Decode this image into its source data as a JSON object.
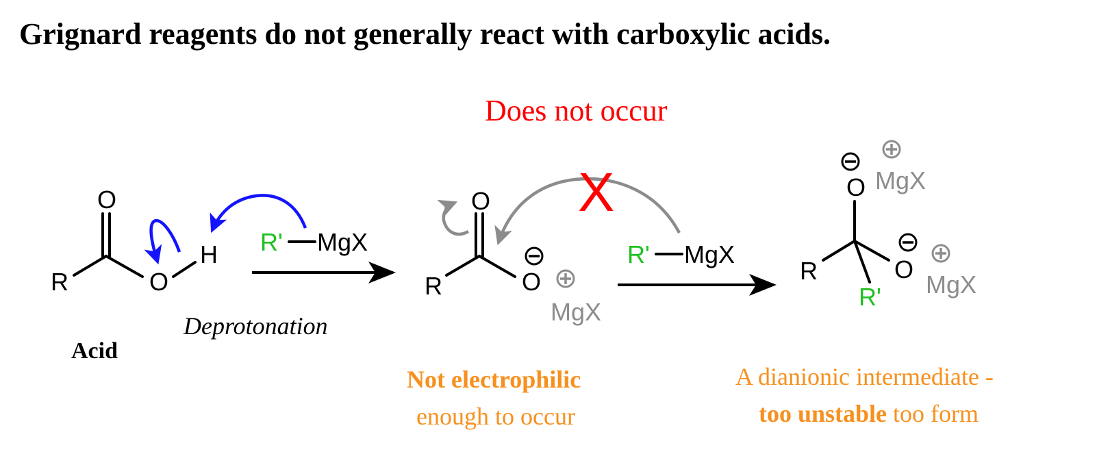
{
  "title": "Grignard reagents do not generally react with carboxylic acids.",
  "does_not_occur": "Does not occur",
  "x_mark": "X",
  "acid": {
    "label": "Acid",
    "r": "R",
    "o_carbonyl": "O",
    "o_hydroxyl": "O",
    "h": "H"
  },
  "reagent1": {
    "r_prime": "R'",
    "mgx": "MgX"
  },
  "step1_label": "Deprotonation",
  "carboxylate": {
    "r": "R",
    "o_carbonyl": "O",
    "o_anion": "O",
    "minus": "−",
    "plus": "+",
    "mgx": "MgX",
    "caption_bold": "Not electrophilic",
    "caption_rest": "enough to occur"
  },
  "reagent2": {
    "r_prime": "R'",
    "mgx": "MgX"
  },
  "dianion": {
    "r": "R",
    "r_prime": "R'",
    "o_top": "O",
    "o_right": "O",
    "minus": "−",
    "plus": "+",
    "mgx_top": "MgX",
    "mgx_right": "MgX",
    "caption_line1": "A dianionic intermediate -",
    "caption_bold": "too unstable",
    "caption_rest": " too form"
  },
  "colors": {
    "text": "#000000",
    "arrow_blue": "#1414ff",
    "arrow_gray": "#8c8c8c",
    "green": "#1fc11f",
    "orange": "#f7901e",
    "red": "#ff0000"
  }
}
